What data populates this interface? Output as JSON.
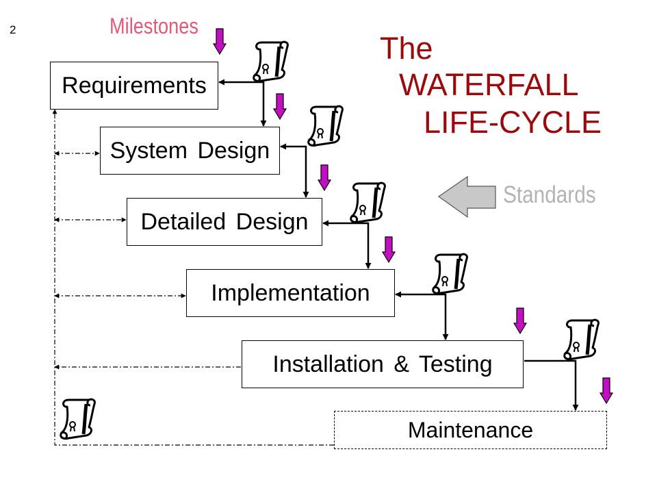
{
  "page_number": "2",
  "milestones_label": "Milestones",
  "title": {
    "line1": "The",
    "line2": "WATERFALL",
    "line3": "LIFE-CYCLE"
  },
  "standards_label": "Standards",
  "stages": [
    {
      "label": "Requirements"
    },
    {
      "label": "System Design"
    },
    {
      "label": "Detailed Design"
    },
    {
      "label": "Implementation"
    },
    {
      "label": "Installation & Testing"
    },
    {
      "label": "Maintenance"
    }
  ],
  "colors": {
    "title": "#9b0a0a",
    "milestones": "#e05a7a",
    "milestone_arrow": "#c010c0",
    "standards_arrow": "#c8c8c8",
    "standards_text": "#b3b3b3"
  },
  "icons": {
    "document": "scroll-document-icon",
    "milestone": "milestone-arrow-icon",
    "standards": "standards-arrow-icon"
  }
}
